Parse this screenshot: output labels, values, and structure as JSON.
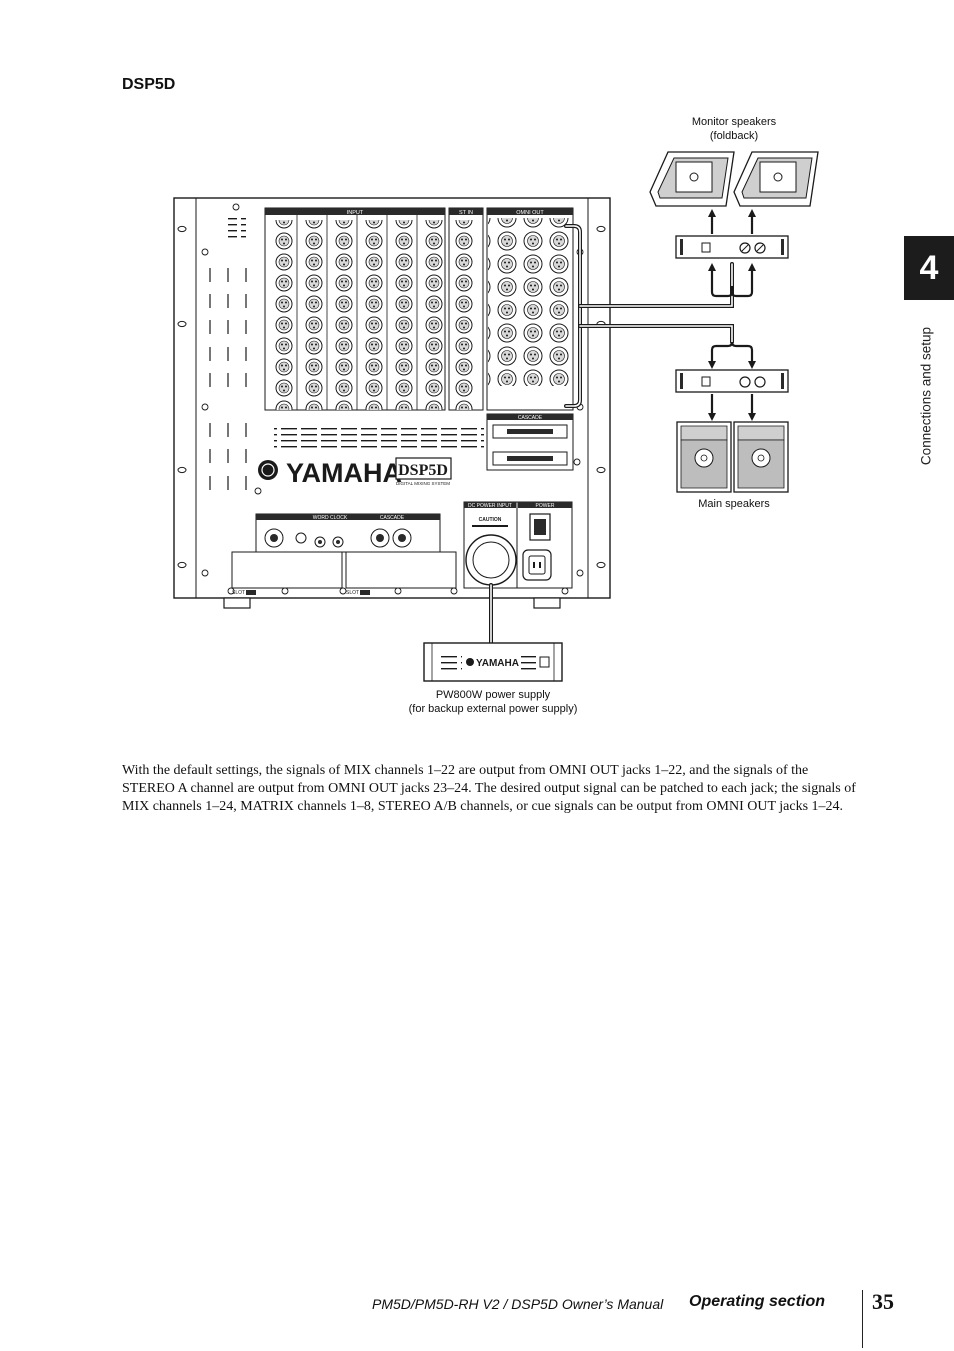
{
  "section_title": "DSP5D",
  "chapter": {
    "number": "4",
    "label": "Connections and setup"
  },
  "diagram": {
    "captions": {
      "monitor_line1": "Monitor speakers",
      "monitor_line2": "(foldback)",
      "main": "Main speakers",
      "pw800w_line1": "PW800W power supply",
      "pw800w_line2": "(for backup external power supply)"
    },
    "panel_labels": {
      "input": "INPUT",
      "st_in": "ST IN",
      "omni_out": "OMNI OUT",
      "cascade_upper": "CASCADE",
      "word_clock": "WORD CLOCK",
      "cascade_lower": "CASCADE",
      "dc_power_input": "DC POWER INPUT",
      "power": "POWER",
      "caution": "CAUTION",
      "slot_left": "SLOT",
      "slot_right": "SLOT"
    },
    "brand": "YAMAHA",
    "model_badge": "DSP5D",
    "model_subtitle": "DIGITAL MIXING SYSTEM",
    "psu_brand": "YAMAHA",
    "colors": {
      "line": "#1a1a1a",
      "panel_fill": "#ffffff",
      "dark_fill": "#2a2a2a"
    }
  },
  "body_text": "With the default settings, the signals of MIX channels 1–22 are output from OMNI OUT jacks 1–22, and the signals of the STEREO A channel are output from OMNI OUT jacks 23–24. The desired output signal can be patched to each jack; the signals of MIX channels 1–24, MATRIX channels 1–8, STEREO A/B channels, or cue signals can be output from OMNI OUT jacks 1–24.",
  "footer": {
    "manual": "PM5D/PM5D-RH V2 / DSP5D Owner’s Manual",
    "section": "Operating section",
    "page_number": "35"
  }
}
